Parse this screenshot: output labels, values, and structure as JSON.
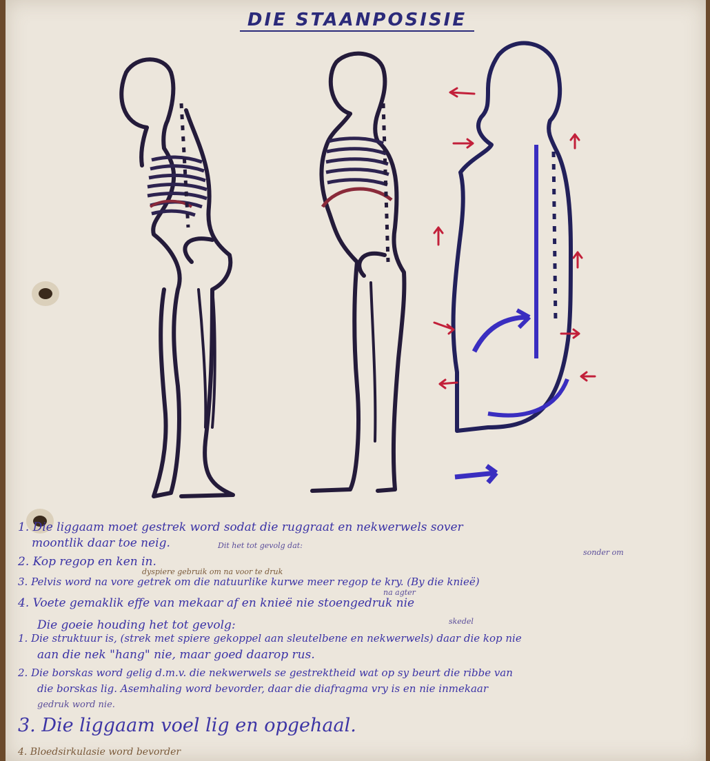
{
  "title": "DIE STAANPOSISIE",
  "notes": {
    "item1_a": "1. Die liggaam moet gestrek word sodat die ruggraat en nekwerwels sover",
    "item1_b": "moontlik daar toe neig.",
    "note_above_2": "Dit het tot gevolg dat:",
    "item2": "2. Kop regop en ken in.",
    "note_above_2_right": "sonder om",
    "item3": "3. Pelvis word na vore getrek om die natuurlike kurwe meer regop te kry. (By die knieë)",
    "note_above_3": "dyspiere gebruik om na voor te druk",
    "note_above_4": "na agter",
    "item4": "4. Voete gemaklik effe van mekaar af en knieë nie stoengedruk nie",
    "heading": "Die goeie houding het tot gevolg:",
    "note_skedel": "skedel",
    "result1_a": "1. Die struktuur is, (strek met spiere gekoppel aan sleutelbene en nekwerwels) daar die kop nie",
    "result1_b": "aan die nek \"hang\" nie, maar goed daarop rus.",
    "result2_a": "2. Die borskas word gelig d.m.v. die nekwerwels se gestrektheid wat op sy beurt die ribbe van",
    "result2_b": "die borskas lig. Asemhaling word bevorder, daar die diafragma vry is en nie inmekaar",
    "result2_c": "gedruk word nie.",
    "result3": "3. Die liggaam voel lig en opgehaal.",
    "result4": "4. Bloedsirkulasie word bevorder"
  }
}
